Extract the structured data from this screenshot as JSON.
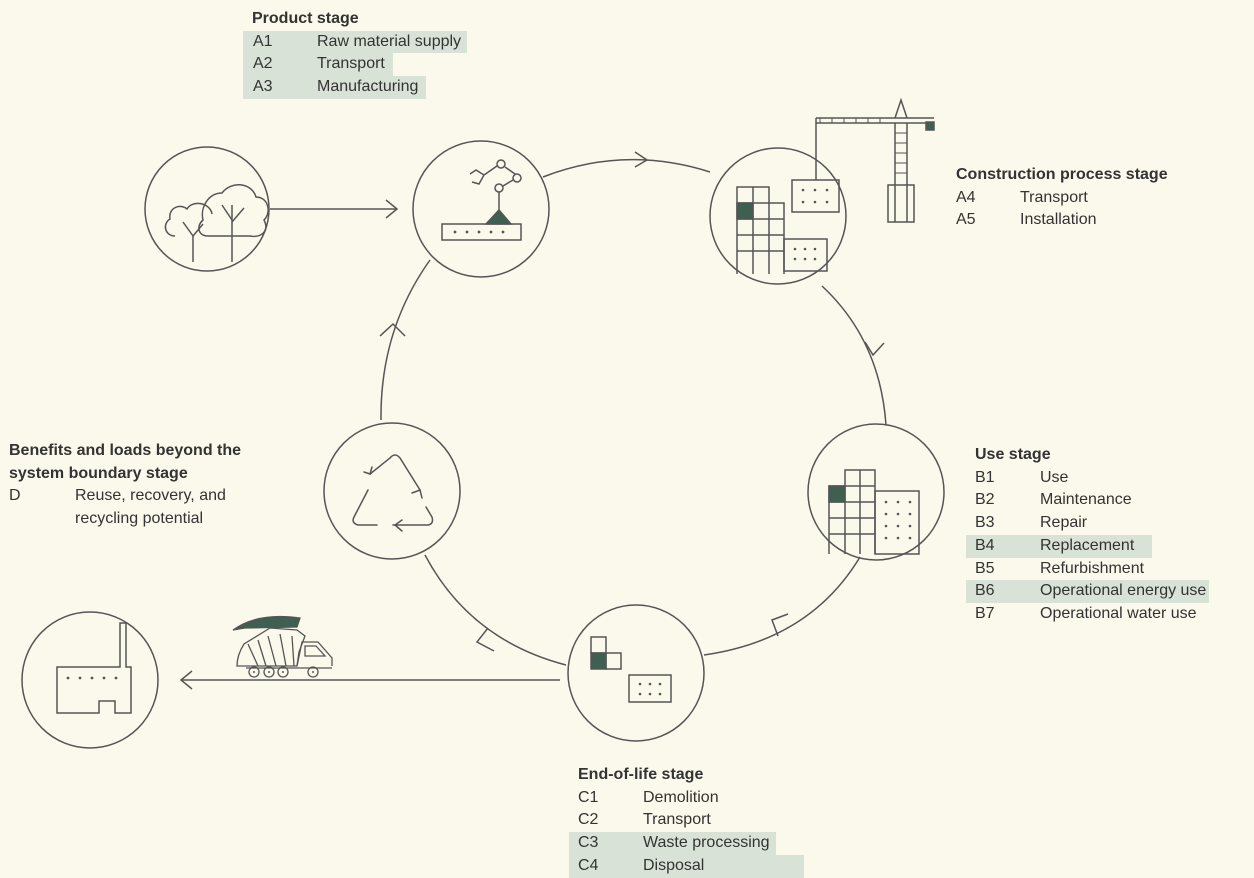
{
  "colors": {
    "background": "#fbf8ec",
    "line": "#555555",
    "accent_fill": "#3f5f50",
    "highlight": "#d9e2d6"
  },
  "stages": {
    "product": {
      "title": "Product stage",
      "items": [
        {
          "code": "A1",
          "label": "Raw material supply",
          "highlighted": true
        },
        {
          "code": "A2",
          "label": "Transport",
          "highlighted": true
        },
        {
          "code": "A3",
          "label": "Manufacturing",
          "highlighted": true
        }
      ]
    },
    "construction": {
      "title": "Construction process stage",
      "items": [
        {
          "code": "A4",
          "label": "Transport",
          "highlighted": false
        },
        {
          "code": "A5",
          "label": "Installation",
          "highlighted": false
        }
      ]
    },
    "use": {
      "title": "Use stage",
      "items": [
        {
          "code": "B1",
          "label": "Use",
          "highlighted": false
        },
        {
          "code": "B2",
          "label": "Maintenance",
          "highlighted": false
        },
        {
          "code": "B3",
          "label": "Repair",
          "highlighted": false
        },
        {
          "code": "B4",
          "label": "Replacement",
          "highlighted": true
        },
        {
          "code": "B5",
          "label": "Refurbishment",
          "highlighted": false
        },
        {
          "code": "B6",
          "label": "Operational energy use",
          "highlighted": true
        },
        {
          "code": "B7",
          "label": "Operational water use",
          "highlighted": false
        }
      ]
    },
    "end_of_life": {
      "title": "End-of-life stage",
      "items": [
        {
          "code": "C1",
          "label": "Demolition",
          "highlighted": false
        },
        {
          "code": "C2",
          "label": "Transport",
          "highlighted": false
        },
        {
          "code": "C3",
          "label": "Waste processing",
          "highlighted": true
        },
        {
          "code": "C4",
          "label": "Disposal",
          "highlighted": true
        }
      ]
    },
    "beyond": {
      "title_line1": "Benefits and loads beyond the",
      "title_line2": "system boundary stage",
      "code": "D",
      "label_line1": "Reuse, recovery, and",
      "label_line2": "recycling potential"
    }
  },
  "icons": [
    "trees-icon",
    "robot-arm-conveyor-icon",
    "buildings-crane-icon",
    "buildings-icon",
    "blocks-icon",
    "recycle-icon",
    "factory-icon",
    "dump-truck-icon"
  ]
}
